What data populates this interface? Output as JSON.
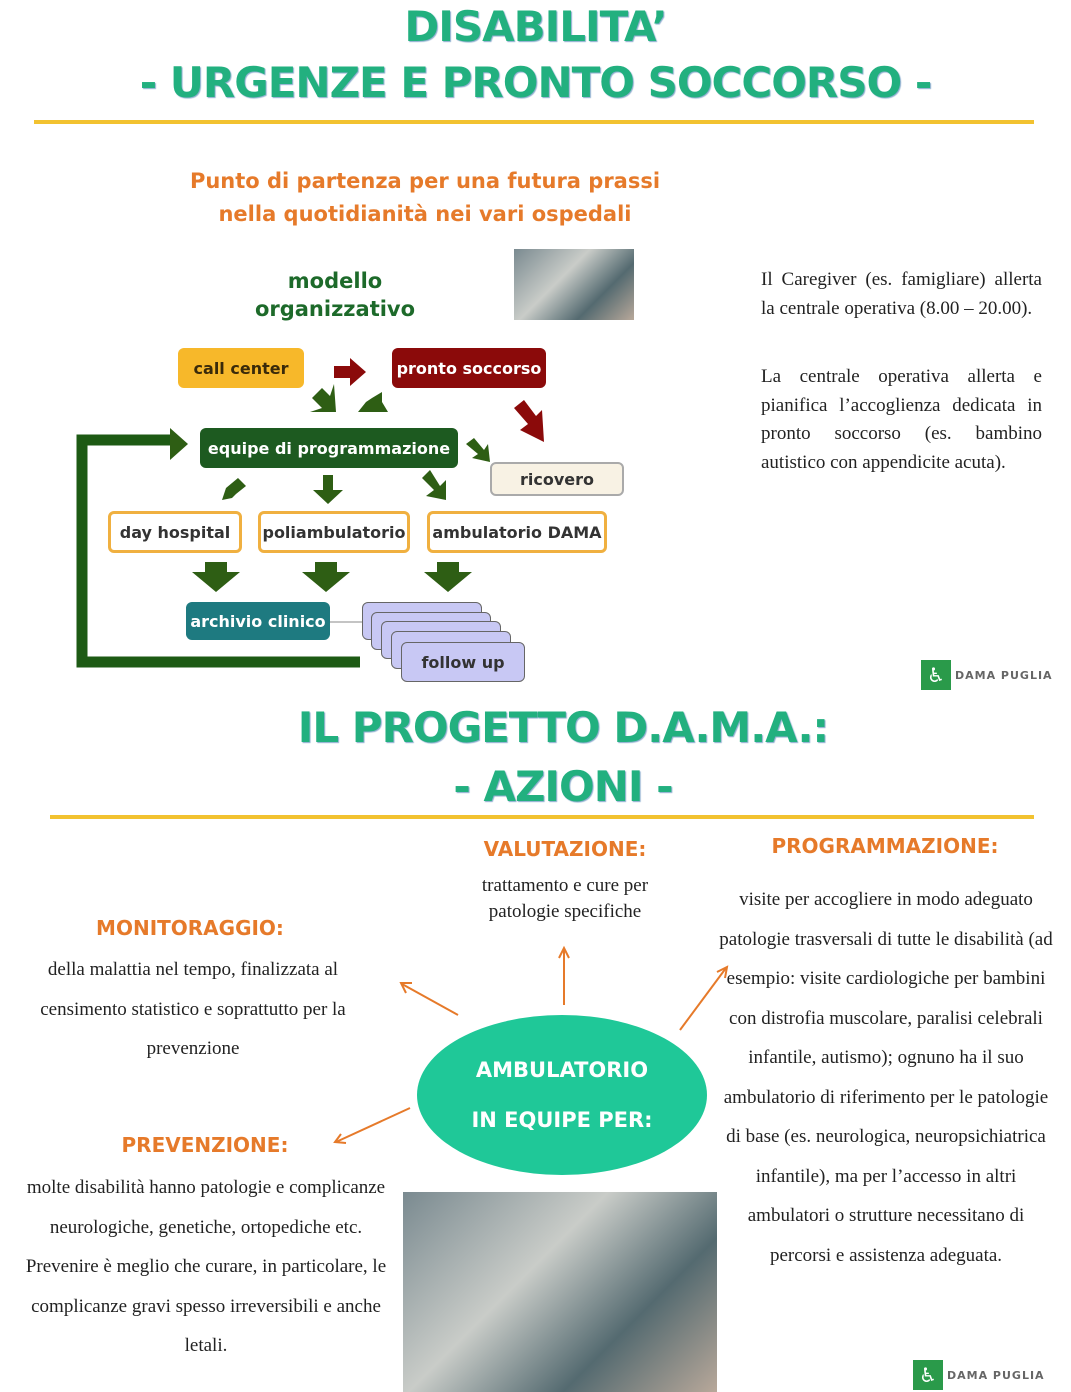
{
  "slide1": {
    "title_line1": "DISABILITA’",
    "title_line2": "- URGENZE E PRONTO SOCCORSO -",
    "subtitle": "Punto di partenza per una futura prassi nella quotidianità nei vari ospedali",
    "model_label": "modello organizzativo",
    "flow": {
      "call_center": "call center",
      "pronto_soccorso": "pronto soccorso",
      "equipe": "equipe di programmazione",
      "ricovero": "ricovero",
      "day_hospital": "day hospital",
      "poliambulatorio": "poliambulatorio",
      "ambulatorio_dama": "ambulatorio DAMA",
      "archivio": "archivio clinico",
      "follow_up": "follow up"
    },
    "para1": "Il Caregiver (es. famigliare) allerta la centrale operativa (8.00 – 20.00).",
    "para2": "La centrale operativa allerta e pianifica l’accoglienza dedicata in pronto soccorso (es. bambino autistico con appendicite acuta).",
    "logo": "DAMA PUGLIA"
  },
  "slide2": {
    "title_line1": "IL PROGETTO D.A.M.A.:",
    "title_line2": "- AZIONI -",
    "center": "AMBULATORIO IN EQUIPE PER:",
    "valutazione": {
      "heading": "VALUTAZIONE:",
      "text": "trattamento e cure per patologie specifiche"
    },
    "programmazione": {
      "heading": "PROGRAMMAZIONE:",
      "text": "visite per accogliere in modo adeguato patologie trasversali di tutte le disabilità (ad esempio: visite cardiologiche per bambini con distrofia muscolare, paralisi celebrali infantile, autismo); ognuno ha il suo ambulatorio di riferimento per le patologie di base (es. neurologica, neuropsichiatrica infantile), ma per l’accesso in altri ambulatori o strutture necessitano di percorsi e assistenza adeguata."
    },
    "monitoraggio": {
      "heading": "MONITORAGGIO:",
      "text": "della malattia nel tempo, finalizzata al censimento statistico e soprattutto per la prevenzione"
    },
    "prevenzione": {
      "heading": "PREVENZIONE:",
      "text": "molte disabilità hanno patologie e complicanze neurologiche, genetiche, ortopediche etc. Prevenire è meglio che curare, in particolare, le complicanze gravi spesso irreversibili e anche letali."
    },
    "logo": "DAMA PUGLIA"
  }
}
